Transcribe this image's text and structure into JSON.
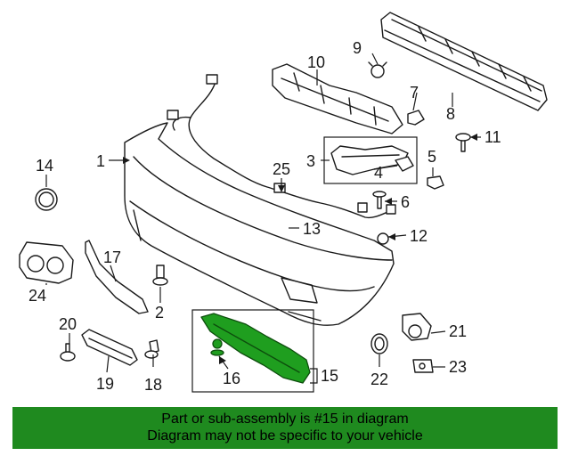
{
  "callouts": {
    "c1": "1",
    "c2": "2",
    "c3": "3",
    "c4": "4",
    "c5": "5",
    "c6": "6",
    "c7": "7",
    "c8": "8",
    "c9": "9",
    "c10": "10",
    "c11": "11",
    "c12": "12",
    "c13": "13",
    "c14": "14",
    "c15": "15",
    "c16": "16",
    "c17": "17",
    "c18": "18",
    "c19": "19",
    "c20": "20",
    "c21": "21",
    "c22": "22",
    "c23": "23",
    "c24": "24",
    "c25": "25"
  },
  "highlight_color": "#1f9e1f",
  "banner": {
    "line1": "Part or sub-assembly is #15 in diagram",
    "line2": "Diagram may not be specific to your vehicle",
    "color": "#1f8a1f"
  }
}
